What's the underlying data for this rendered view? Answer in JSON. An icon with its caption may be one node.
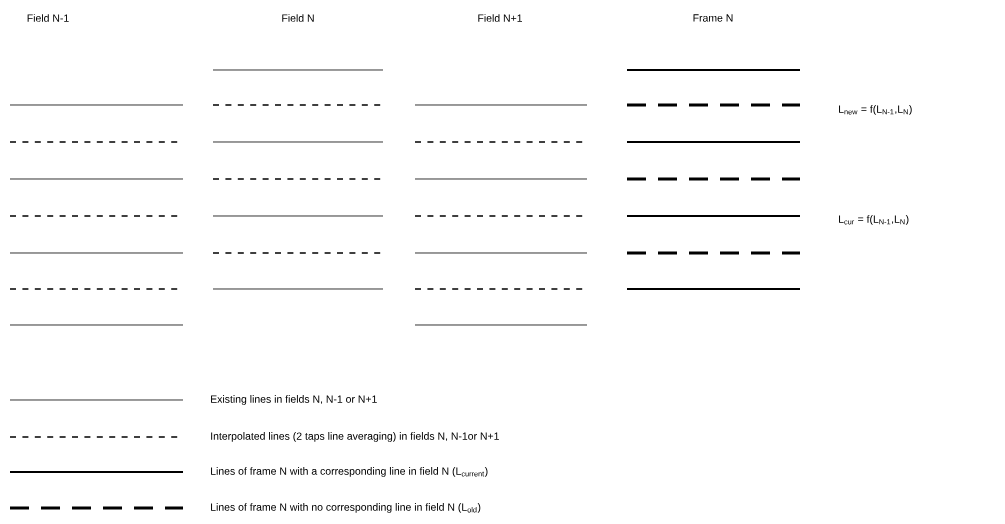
{
  "diagram": {
    "labels": [
      "Field N-1",
      "Field N",
      "Field N+1",
      "Frame N",
      "L$_{new}$ = f(L$_{N-1}$,L$_{N}$)",
      "L$_{cur}$ = f(L$_{N-1}$,L$_{N}$)"
    ],
    "legend": [
      {
        "text": "Existing lines in fields N, N-1 or N+1"
      },
      {
        "text": "Interpolated lines (2 taps line averaging) in fields N, N-1or N+1"
      },
      {
        "text": "Lines of frame N with a corresponding line in field N (L$_{current}$)"
      },
      {
        "text": "Lines of frame N with no corresponding line in field N (L$_{old}$)"
      }
    ]
  }
}
